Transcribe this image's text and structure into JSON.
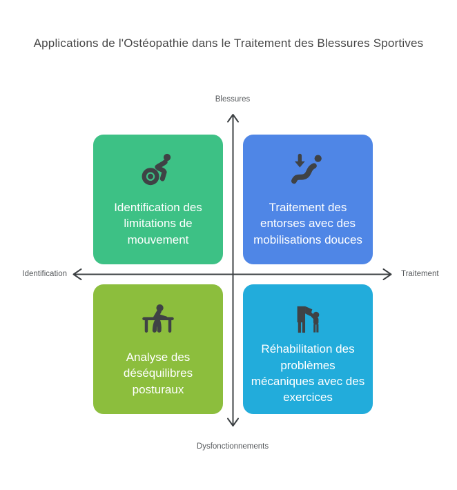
{
  "title": "Applications de l'Ostéopathie dans le Traitement des Blessures Sportives",
  "axes": {
    "top": "Blessures",
    "bottom": "Dysfonctionnements",
    "left": "Identification",
    "right": "Traitement"
  },
  "quadrants": [
    {
      "position": "top-left",
      "icon": "wheelchair-athlete-icon",
      "label": "Identification des limitations de mouvement",
      "color": "#3dc185"
    },
    {
      "position": "top-right",
      "icon": "situp-arrow-icon",
      "label": "Traitement des entorses avec des mobilisations douces",
      "color": "#4f86e6"
    },
    {
      "position": "bottom-left",
      "icon": "person-at-desk-icon",
      "label": "Analyse des déséquilibres posturaux",
      "color": "#8cbe3d"
    },
    {
      "position": "bottom-right",
      "icon": "adult-child-exercise-icon",
      "label": "Réhabilitation des problèmes mécaniques avec des exercices",
      "color": "#22acdb"
    }
  ],
  "colors": {
    "icon": "#3f4245",
    "card_text": "#ffffff",
    "axis": "#3c4043",
    "title_text": "#464646",
    "axis_label_text": "#56595c"
  }
}
